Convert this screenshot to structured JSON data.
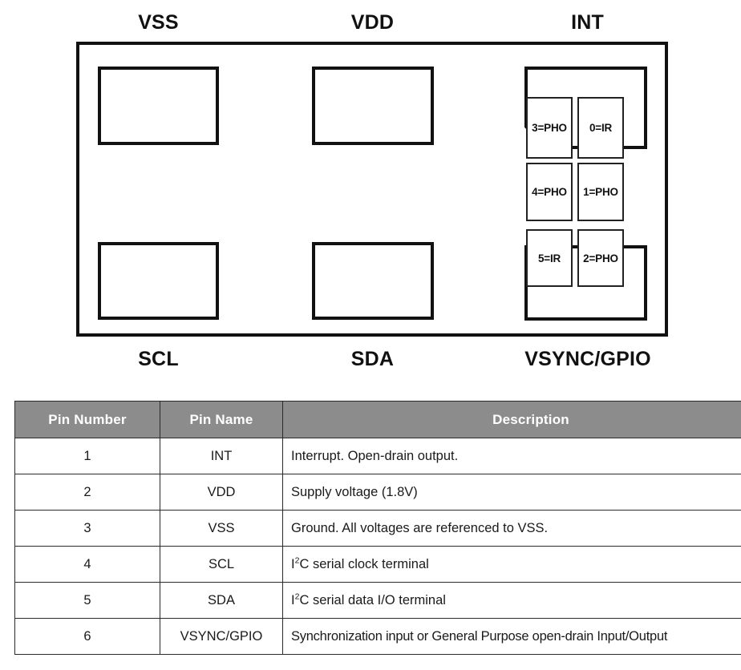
{
  "diagram": {
    "top_labels": [
      "VSS",
      "VDD",
      "INT"
    ],
    "bottom_labels": [
      "SCL",
      "SDA",
      "VSYNC/GPIO"
    ],
    "pads": [
      {
        "name": "vss-pad",
        "label": "VSS"
      },
      {
        "name": "vdd-pad",
        "label": "VDD"
      },
      {
        "name": "scl-pad",
        "label": "SCL"
      },
      {
        "name": "sda-pad",
        "label": "SDA"
      }
    ],
    "led_cells": [
      {
        "label": "3=PHO",
        "col": 1,
        "row": 1
      },
      {
        "label": "0=IR",
        "col": 2,
        "row": 1
      },
      {
        "label": "4=PHO",
        "col": 1,
        "row": 2
      },
      {
        "label": "1=PHO",
        "col": 2,
        "row": 2
      },
      {
        "label": "5=IR",
        "col": 1,
        "row": 3
      },
      {
        "label": "2=PHO",
        "col": 2,
        "row": 3
      }
    ],
    "stroke_color": "#111111",
    "background": "#ffffff"
  },
  "table": {
    "headers": [
      "Pin Number",
      "Pin Name",
      "Description"
    ],
    "header_bg": "#8c8c8c",
    "header_fg": "#ffffff",
    "rows": [
      {
        "number": "1",
        "name": "INT",
        "desc_pre": "Interrupt. Open-drain output.",
        "desc_sup": "",
        "desc_post": ""
      },
      {
        "number": "2",
        "name": "VDD",
        "desc_pre": "Supply voltage (1.8V)",
        "desc_sup": "",
        "desc_post": ""
      },
      {
        "number": "3",
        "name": "VSS",
        "desc_pre": "Ground. All voltages are referenced to VSS.",
        "desc_sup": "",
        "desc_post": ""
      },
      {
        "number": "4",
        "name": "SCL",
        "desc_pre": "I",
        "desc_sup": "2",
        "desc_post": "C serial clock terminal"
      },
      {
        "number": "5",
        "name": "SDA",
        "desc_pre": "I",
        "desc_sup": "2",
        "desc_post": "C serial data I/O terminal"
      },
      {
        "number": "6",
        "name": "VSYNC/GPIO",
        "desc_pre": "Synchronization input or General Purpose open-drain Input/Output",
        "desc_sup": "",
        "desc_post": ""
      }
    ]
  }
}
